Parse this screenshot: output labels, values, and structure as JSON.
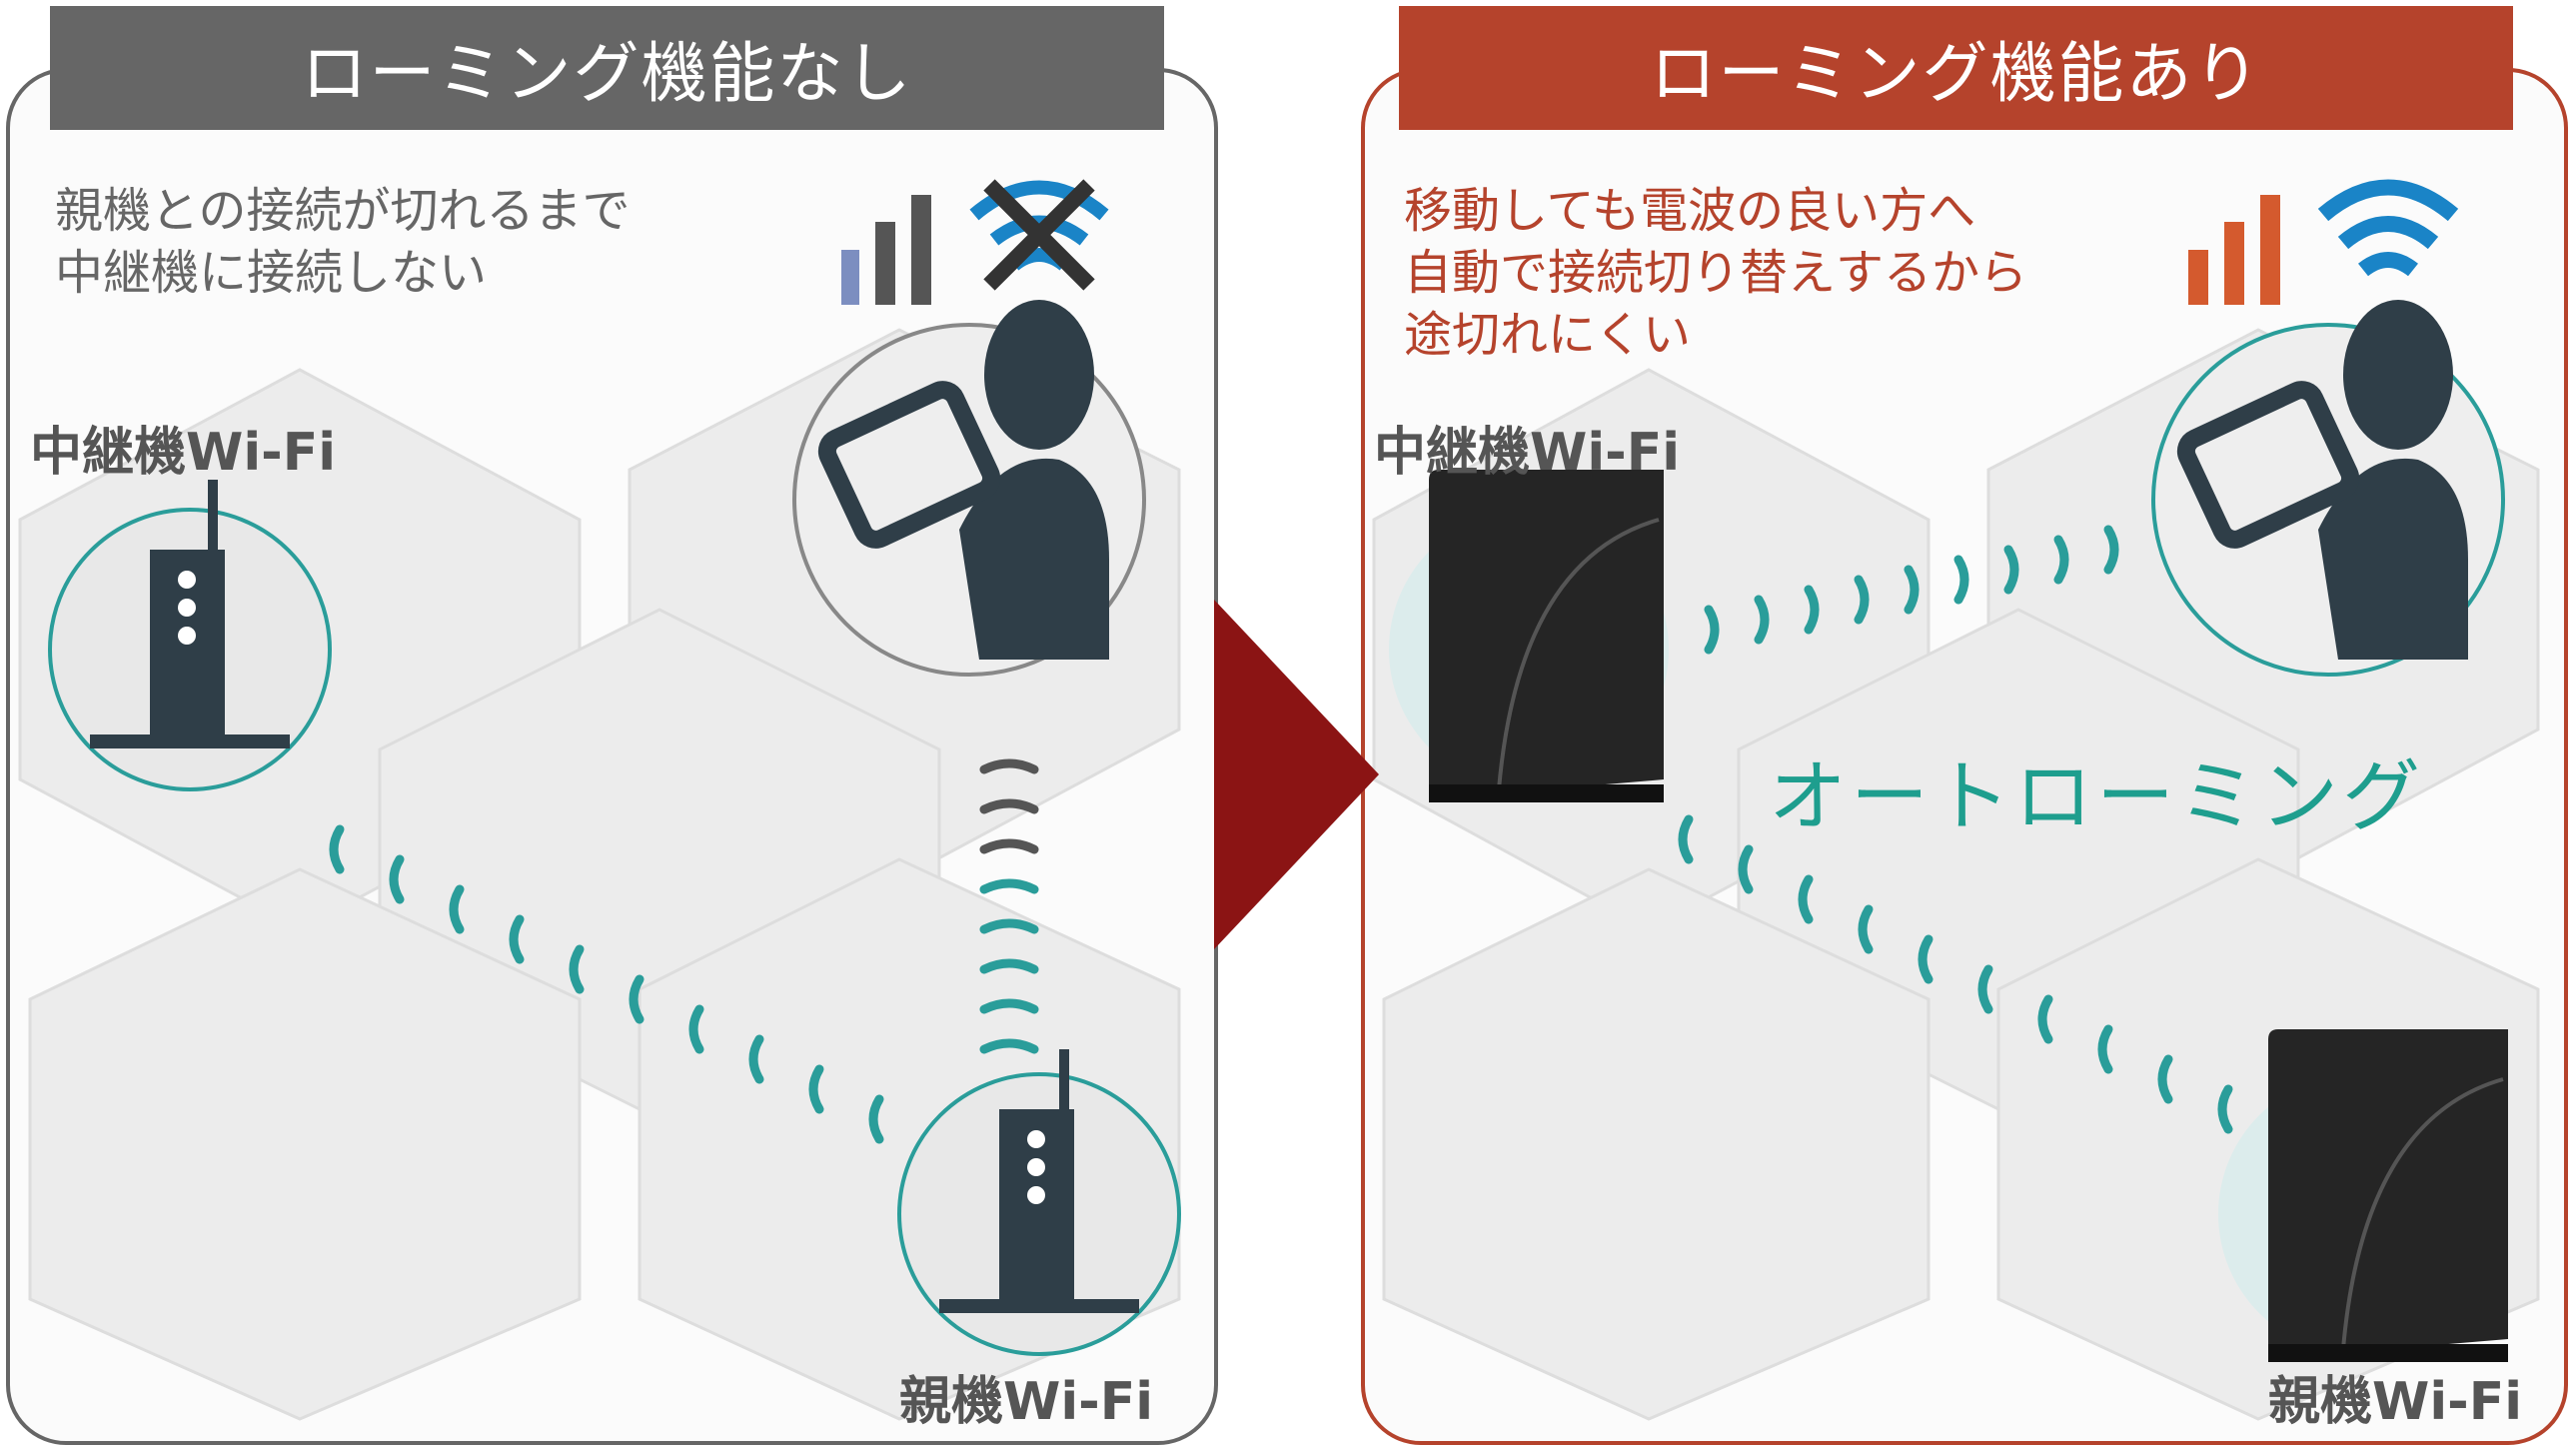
{
  "left": {
    "header": "ローミング機能なし",
    "description": [
      "親機との接続が切れるまで",
      "中継機に接続しない"
    ],
    "repeater_label": "中継機Wi-Fi",
    "router_label": "親機Wi-Fi",
    "icons": [
      "signal-bars-icon",
      "wifi-crossed-icon",
      "person-tablet-icon",
      "router-icon"
    ]
  },
  "right": {
    "header": "ローミング機能あり",
    "description": [
      "移動しても電波の良い方へ",
      "自動で接続切り替えするから",
      "途切れにくい"
    ],
    "repeater_label": "中継機Wi-Fi",
    "router_label": "親機Wi-Fi",
    "auto_roaming": "オートローミング",
    "icons": [
      "signal-bars-icon",
      "wifi-icon",
      "person-tablet-icon",
      "router-device-icon"
    ]
  },
  "colors": {
    "left_accent": "#666666",
    "right_accent": "#b5432c",
    "wave": "#2a9d9a",
    "wifi_blue": "#1a84c7",
    "arrow": "#8b1414"
  }
}
